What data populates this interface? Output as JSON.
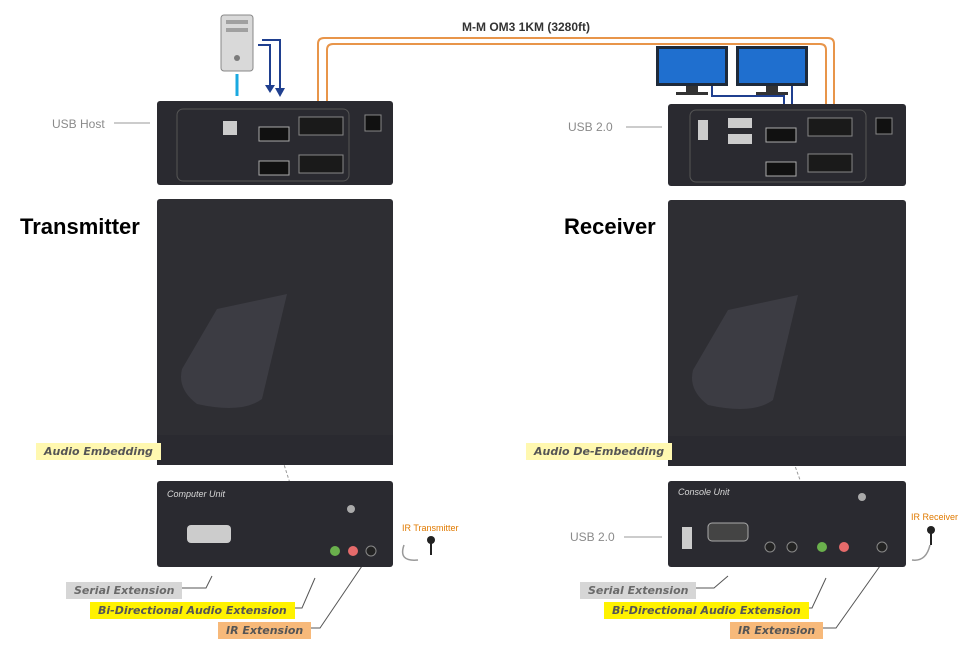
{
  "cable": {
    "label": "M-M OM3 1KM (3280ft)"
  },
  "transmitter": {
    "title": "Transmitter",
    "side_label_top": "USB Host",
    "front_label": "Computer Unit",
    "ir_label": "IR Transmitter",
    "tags": {
      "audio": "Audio Embedding",
      "serial": "Serial Extension",
      "bidirectional": "Bi-Directional Audio Extension",
      "ir": "IR Extension"
    }
  },
  "receiver": {
    "title": "Receiver",
    "side_label_top": "USB 2.0",
    "side_label_bottom": "USB 2.0",
    "front_label": "Console Unit",
    "ir_label": "IR Receiver",
    "tags": {
      "audio": "Audio De-Embedding",
      "serial": "Serial Extension",
      "bidirectional": "Bi-Directional Audio Extension",
      "ir": "IR Extension"
    }
  },
  "colors": {
    "fiber": "#e8954a",
    "signal": "#1f3f8f",
    "usb": "#1aa9e0",
    "unit": "#2a2a30"
  }
}
